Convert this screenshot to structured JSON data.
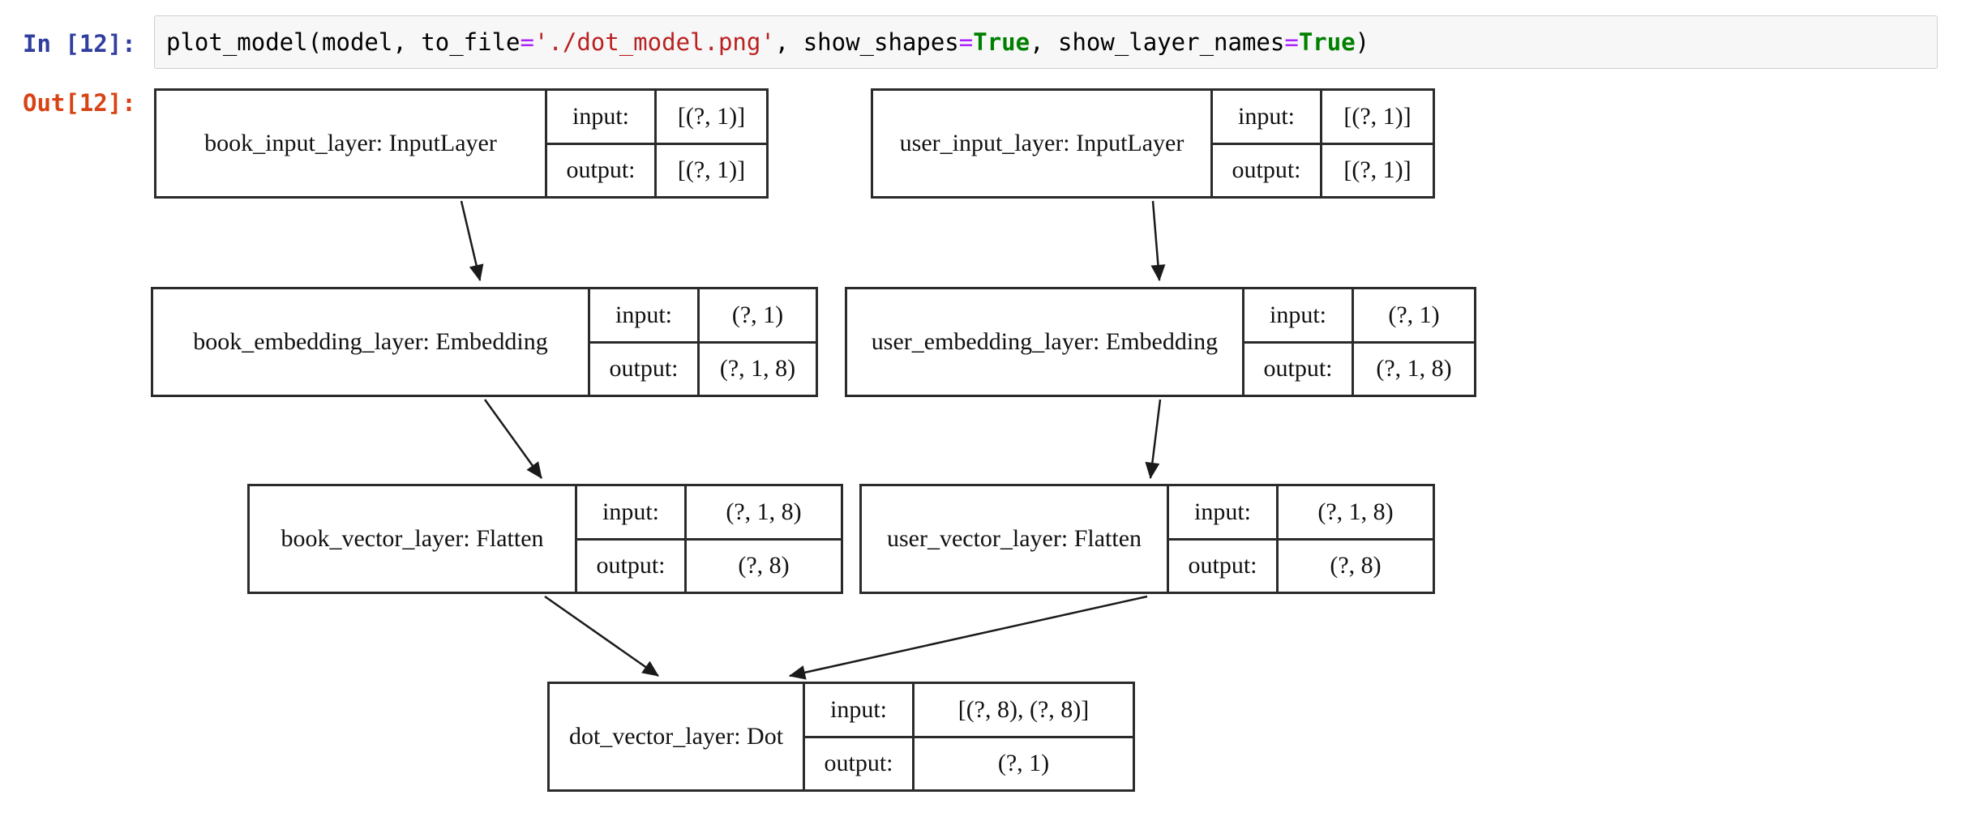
{
  "cell": {
    "in_prompt": "In [12]:",
    "out_prompt": "Out[12]:",
    "code_tokens": [
      {
        "text": "plot_model(model, to_file",
        "type": "plain"
      },
      {
        "text": "=",
        "type": "operator"
      },
      {
        "text": "'./dot_model.png'",
        "type": "string"
      },
      {
        "text": ", show_shapes",
        "type": "plain"
      },
      {
        "text": "=",
        "type": "operator"
      },
      {
        "text": "True",
        "type": "keyword"
      },
      {
        "text": ", show_layer_names",
        "type": "plain"
      },
      {
        "text": "=",
        "type": "operator"
      },
      {
        "text": "True",
        "type": "keyword"
      },
      {
        "text": ")",
        "type": "plain"
      }
    ]
  },
  "colors": {
    "in_prompt": "#303F9F",
    "out_prompt": "#D84315",
    "code_string": "#BA2121",
    "code_operator": "#AA22FF",
    "code_keyword": "#008000",
    "code_cell_background": "#f7f7f7",
    "node_border": "#2b2b2b"
  },
  "diagram": {
    "row_labels": {
      "input": "input:",
      "output": "output:"
    },
    "nodes": [
      {
        "id": "book_input_layer",
        "name": "book_input_layer: InputLayer",
        "input": "[(?, 1)]",
        "output": "[(?, 1)]"
      },
      {
        "id": "user_input_layer",
        "name": "user_input_layer: InputLayer",
        "input": "[(?, 1)]",
        "output": "[(?, 1)]"
      },
      {
        "id": "book_embedding_layer",
        "name": "book_embedding_layer: Embedding",
        "input": "(?, 1)",
        "output": "(?, 1, 8)"
      },
      {
        "id": "user_embedding_layer",
        "name": "user_embedding_layer: Embedding",
        "input": "(?, 1)",
        "output": "(?, 1, 8)"
      },
      {
        "id": "book_vector_layer",
        "name": "book_vector_layer: Flatten",
        "input": "(?, 1, 8)",
        "output": "(?, 8)"
      },
      {
        "id": "user_vector_layer",
        "name": "user_vector_layer: Flatten",
        "input": "(?, 1, 8)",
        "output": "(?, 8)"
      },
      {
        "id": "dot_vector_layer",
        "name": "dot_vector_layer: Dot",
        "input": "[(?, 8), (?, 8)]",
        "output": "(?, 1)"
      }
    ],
    "edges": [
      {
        "from": "book_input_layer",
        "to": "book_embedding_layer"
      },
      {
        "from": "user_input_layer",
        "to": "user_embedding_layer"
      },
      {
        "from": "book_embedding_layer",
        "to": "book_vector_layer"
      },
      {
        "from": "user_embedding_layer",
        "to": "user_vector_layer"
      },
      {
        "from": "book_vector_layer",
        "to": "dot_vector_layer"
      },
      {
        "from": "user_vector_layer",
        "to": "dot_vector_layer"
      }
    ]
  }
}
